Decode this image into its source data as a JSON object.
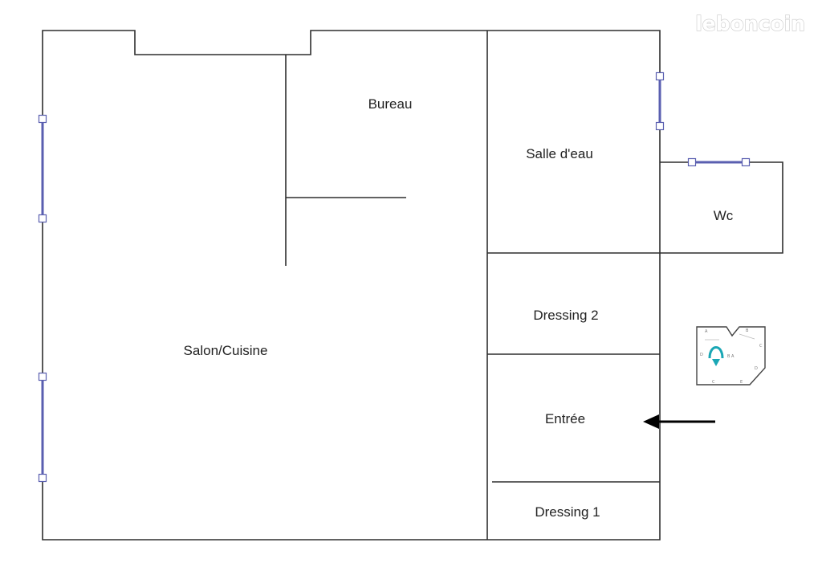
{
  "logo": {
    "text": "leboncoin"
  },
  "rooms": {
    "bureau": "Bureau",
    "salon": "Salon/Cuisine",
    "salle_eau": "Salle d'eau",
    "wc": "Wc",
    "dressing2": "Dressing 2",
    "entree": "Entrée",
    "dressing1": "Dressing 1"
  },
  "colors": {
    "walls": "#2e2e2e",
    "windows": "#5a5fb0",
    "compass": "#1aa7b5",
    "arrow": "#000000"
  },
  "icons": {
    "entrance_arrow": "arrow-left-icon",
    "orientation": "compass-icon"
  }
}
